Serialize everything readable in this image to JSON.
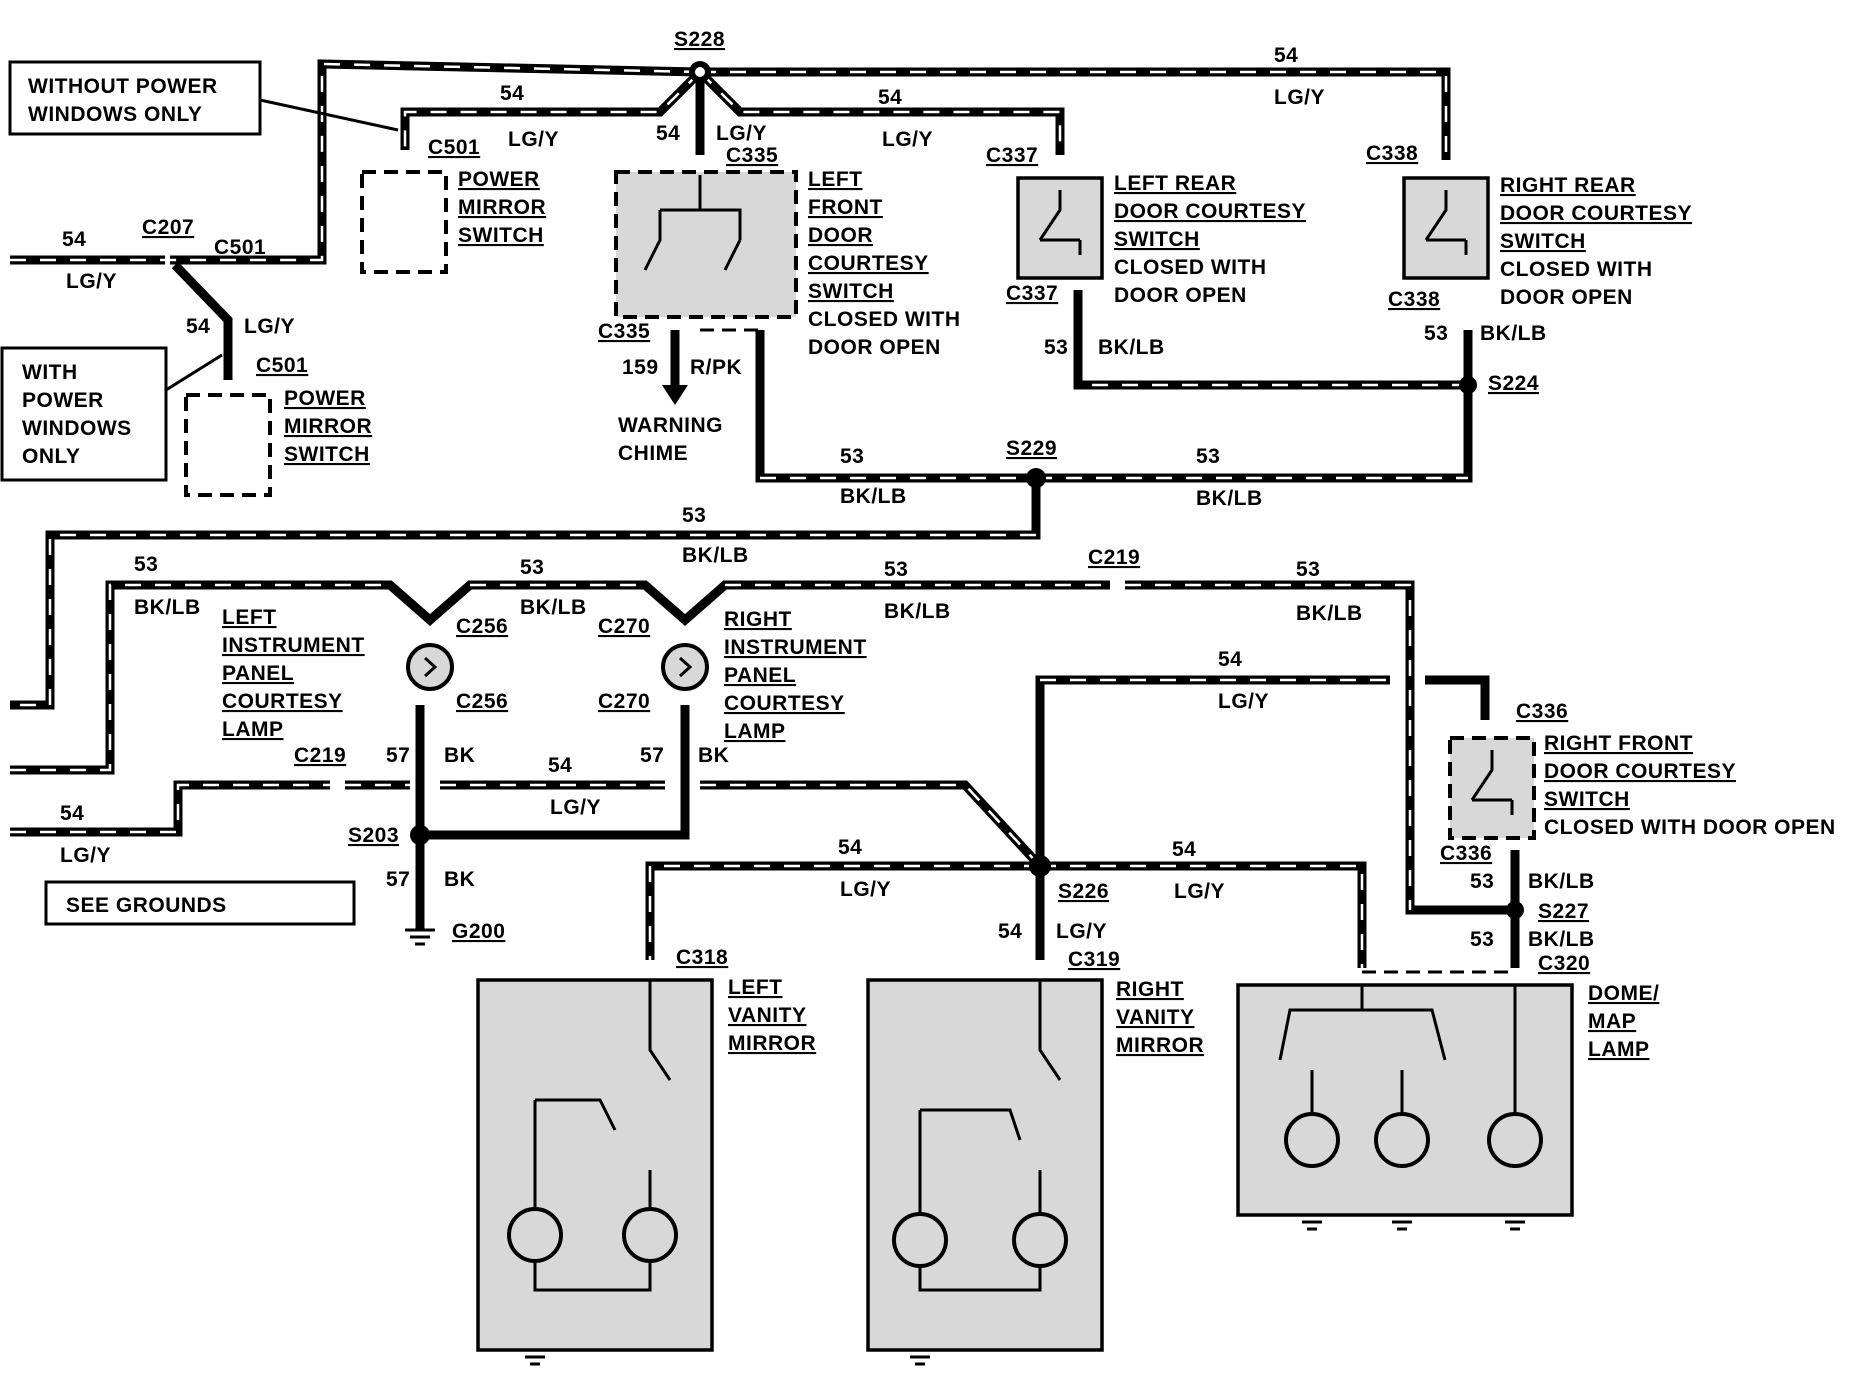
{
  "notes": {
    "without_power_windows_line1": "WITHOUT POWER",
    "without_power_windows_line2": "WINDOWS ONLY",
    "with_power_windows_line1": "WITH",
    "with_power_windows_line2": "POWER",
    "with_power_windows_line3": "WINDOWS",
    "with_power_windows_line4": "ONLY",
    "see_grounds": "SEE GROUNDS"
  },
  "splices": {
    "s228": "S228",
    "s229": "S229",
    "s224": "S224",
    "s203": "S203",
    "s226": "S226",
    "s227": "S227"
  },
  "connectors": {
    "c207": "C207",
    "c501": "C501",
    "c335": "C335",
    "c337": "C337",
    "c338": "C338",
    "c256": "C256",
    "c270": "C270",
    "c219": "C219",
    "c336": "C336",
    "c318": "C318",
    "c319": "C319",
    "c320": "C320",
    "g200": "G200"
  },
  "wires": {
    "n54": "54",
    "n53": "53",
    "n57": "57",
    "n159": "159",
    "lgy": "LG/Y",
    "bklb": "BK/LB",
    "bk": "BK",
    "rpk": "R/PK"
  },
  "components": {
    "power_mirror_switch": [
      "POWER",
      "MIRROR",
      "SWITCH"
    ],
    "left_front_door": [
      "LEFT",
      "FRONT",
      "DOOR",
      "COURTESY",
      "SWITCH"
    ],
    "closed_with": "CLOSED WITH",
    "door_open": "DOOR OPEN",
    "left_rear_door": [
      "LEFT REAR",
      "DOOR COURTESY",
      "SWITCH"
    ],
    "right_rear_door": [
      "RIGHT REAR",
      "DOOR COURTESY",
      "SWITCH"
    ],
    "warning_chime": [
      "WARNING",
      "CHIME"
    ],
    "left_ip_lamp": [
      "LEFT",
      "INSTRUMENT",
      "PANEL",
      "COURTESY",
      "LAMP"
    ],
    "right_ip_lamp": [
      "RIGHT",
      "INSTRUMENT",
      "PANEL",
      "COURTESY",
      "LAMP"
    ],
    "right_front_door": [
      "RIGHT FRONT",
      "DOOR COURTESY",
      "SWITCH"
    ],
    "closed_with_door_open": "CLOSED WITH DOOR OPEN",
    "left_vanity": [
      "LEFT",
      "VANITY",
      "MIRROR"
    ],
    "right_vanity": [
      "RIGHT",
      "VANITY",
      "MIRROR"
    ],
    "dome_map": [
      "DOME/",
      "MAP",
      "LAMP"
    ]
  }
}
